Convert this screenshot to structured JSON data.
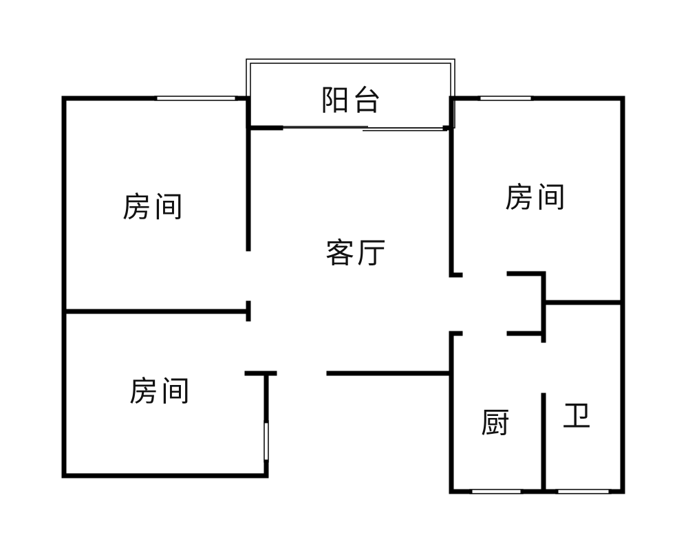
{
  "rooms": {
    "bedroom_top_left": "房间",
    "bedroom_top_right": "房间",
    "bedroom_bottom_left": "房间",
    "living_room": "客厅",
    "balcony": "阳台",
    "kitchen": "厨",
    "bathroom": "卫"
  },
  "colors": {
    "wall": "#000000",
    "background": "#ffffff"
  }
}
